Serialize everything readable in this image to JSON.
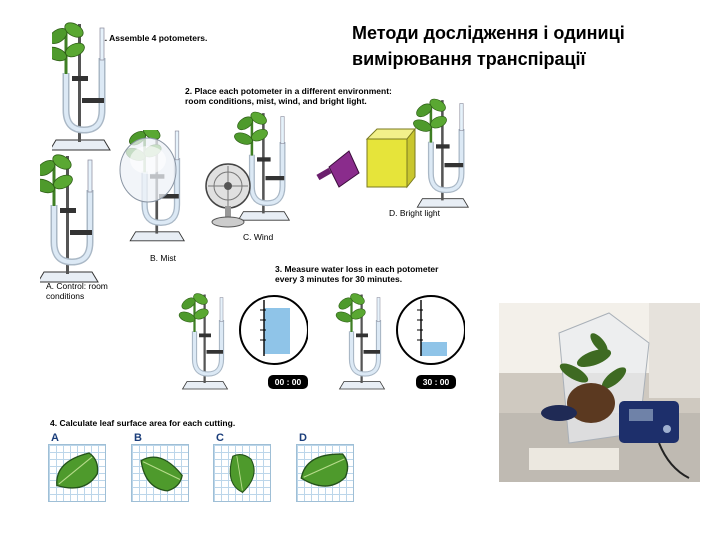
{
  "slide": {
    "title": "Методи дослідження і одиниці\nвимірювання транспірації"
  },
  "steps": {
    "step1": "1. Assemble 4 potometers.",
    "step2": "2. Place each potometer in a different environment:\n    room conditions, mist, wind, and bright light.",
    "step3": "3. Measure water loss in each potometer\n    every 3 minutes for 30 minutes.",
    "step4": "4. Calculate leaf surface area for each cutting."
  },
  "captions": {
    "a": "A. Control: room\nconditions",
    "b": "B. Mist",
    "c": "C. Wind",
    "d": "D. Bright light"
  },
  "timers": {
    "start": "00 : 00",
    "end": "30 : 00"
  },
  "leaf_labels": [
    "A",
    "B",
    "C",
    "D"
  ],
  "colors": {
    "leaf": "#4e9a2c",
    "water": "#8fc4e8",
    "frame": "#d9e4ee",
    "light": "#e6e43a"
  }
}
